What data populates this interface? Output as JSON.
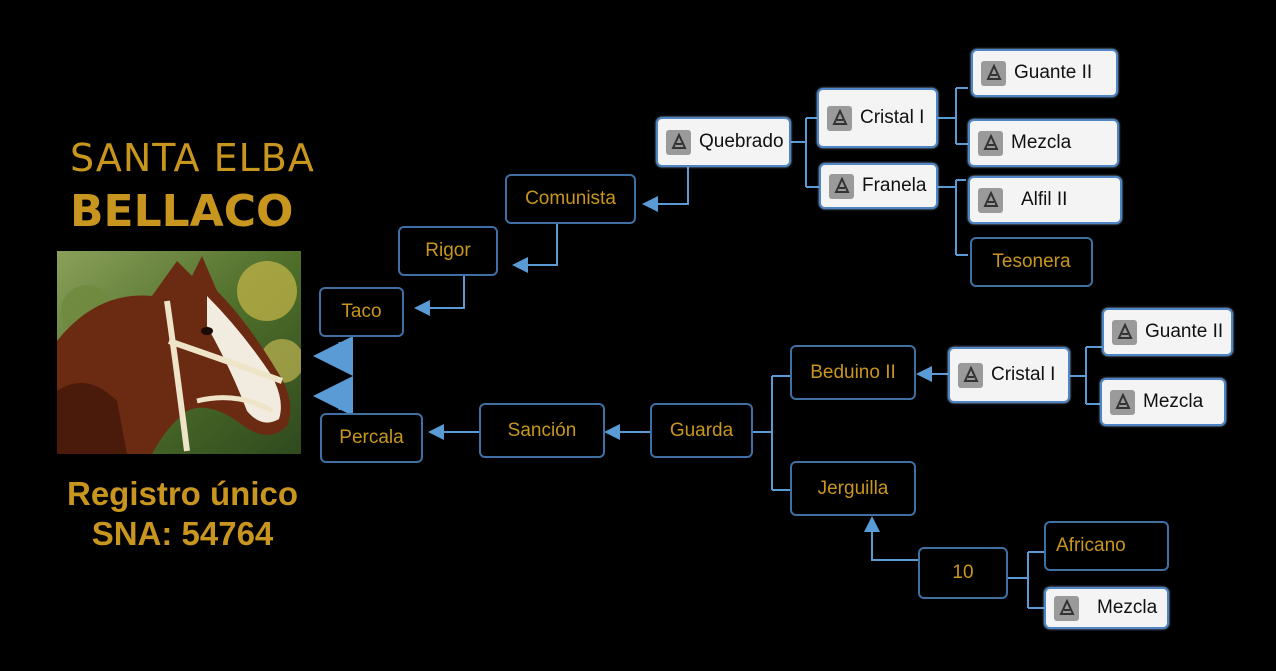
{
  "header": {
    "farm": "SANTA ELBA",
    "horse_name": "BELLACO"
  },
  "registry": {
    "line1": "Registro único",
    "line2": "SNA: 54764"
  },
  "nodes": {
    "taco": "Taco",
    "percala": "Percala",
    "rigor": "Rigor",
    "comunista": "Comunista",
    "quebrado": "Quebrado",
    "cristal_top": "Cristal I",
    "franela": "Franela",
    "guante_top": "Guante II",
    "mezcla_top": "Mezcla",
    "alfil": "Alfil II",
    "tesonera": "Tesonera",
    "sancion": "Sanción",
    "guarda": "Guarda",
    "beduino": "Beduino II",
    "cristal_bottom": "Cristal I",
    "guante_bottom": "Guante II",
    "mezcla_mid": "Mezcla",
    "jerguilla": "Jerguilla",
    "diez": "10",
    "africano": "Africano",
    "mezcla_bottom": "Mezcla"
  },
  "colors": {
    "background": "#000000",
    "gold": "#c8961e",
    "node_border": "#3f6fa3",
    "arrow": "#5b9bd5"
  },
  "icons": {
    "breed_logo": "horse-brand-icon"
  }
}
